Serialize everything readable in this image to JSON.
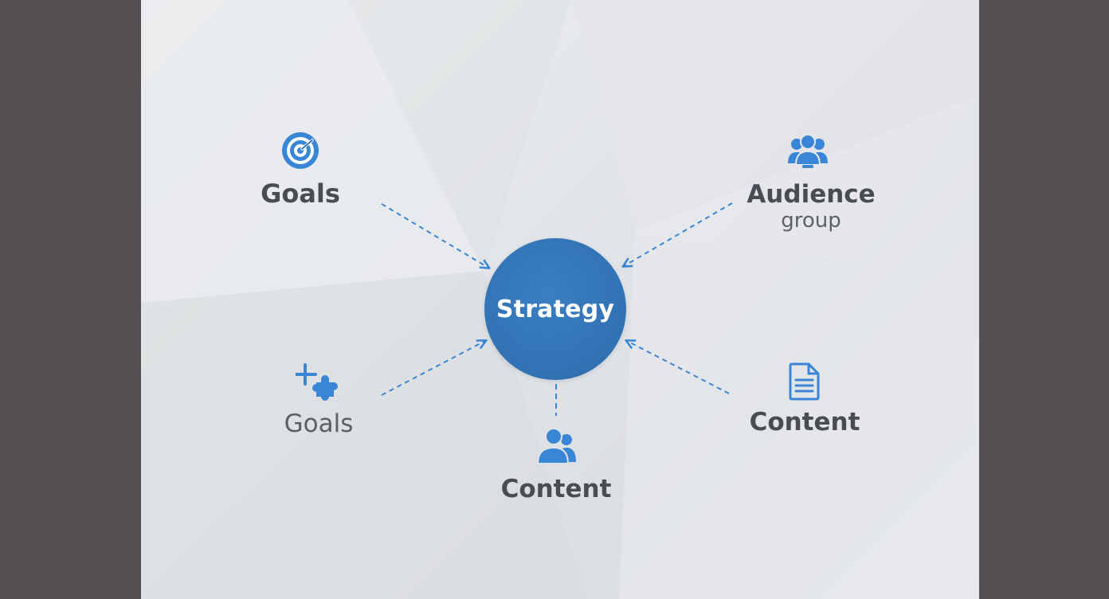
{
  "diagram": {
    "center": {
      "label": "Strategy",
      "color": "#3274b6"
    },
    "nodes": [
      {
        "id": "goals-top",
        "label": "Goals",
        "icon": "target-icon"
      },
      {
        "id": "audience",
        "label": "Audience",
        "sublabel": "group",
        "icon": "people-group-icon"
      },
      {
        "id": "goals-bottom",
        "label": "Goals",
        "icon": "plus-puzzle-icon"
      },
      {
        "id": "content-bottom",
        "label": "Content",
        "icon": "users-icon"
      },
      {
        "id": "content-right",
        "label": "Content",
        "icon": "document-icon"
      }
    ],
    "accent_color": "#3a86d6",
    "text_color": "#4a4c53"
  }
}
